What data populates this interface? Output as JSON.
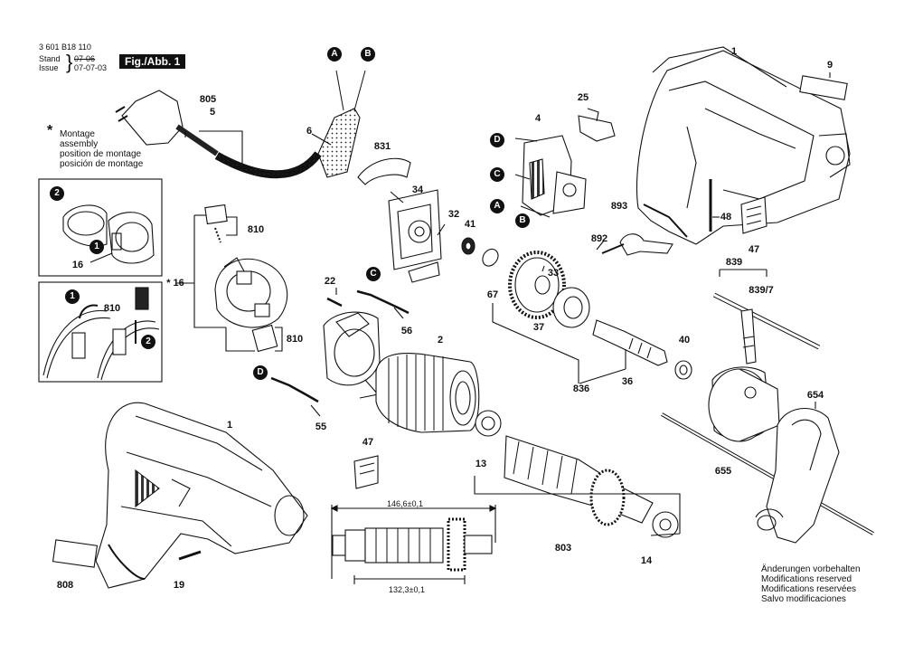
{
  "header": {
    "doc_number": "3 601 B18 110",
    "stand_label": "Stand",
    "stand_date": "07-06",
    "issue_label": "Issue",
    "issue_date": "07-07-03",
    "figure_label": "Fig./Abb. 1"
  },
  "assembly_note": {
    "symbol": "*",
    "lines": [
      "Montage",
      "assembly",
      "position de montage",
      "posición de montage"
    ]
  },
  "footer_note": {
    "lines": [
      "Änderungen vorbehalten",
      "Modifications reserved",
      "Modifications reservées",
      "Salvo modificaciones"
    ]
  },
  "dimensions": {
    "top": "146,6±0,1",
    "bottom": "132,3±0,1"
  },
  "connector_badges": [
    "A",
    "B",
    "C",
    "D"
  ],
  "inset_step_badges": [
    "1",
    "2"
  ],
  "part_labels": {
    "p1_top": "1",
    "p1_bottom": "1",
    "p2": "2",
    "p4": "4",
    "p5": "5",
    "p6": "6",
    "p9": "9",
    "p13": "13",
    "p14": "14",
    "p16_inset": "16",
    "p16_star": "16",
    "p19": "19",
    "p22": "22",
    "p25": "25",
    "p32": "32",
    "p33": "33",
    "p34": "34",
    "p36": "36",
    "p37": "37",
    "p40": "40",
    "p41": "41",
    "p47_top": "47",
    "p47_bottom": "47",
    "p48": "48",
    "p55": "55",
    "p56": "56",
    "p67": "67",
    "p654": "654",
    "p655": "655",
    "p803": "803",
    "p805": "805",
    "p808": "808",
    "p810_a": "810",
    "p810_b": "810",
    "p810_c": "810",
    "p831": "831",
    "p836": "836",
    "p839": "839",
    "p839_7": "839/7",
    "p892": "892",
    "p893": "893"
  }
}
